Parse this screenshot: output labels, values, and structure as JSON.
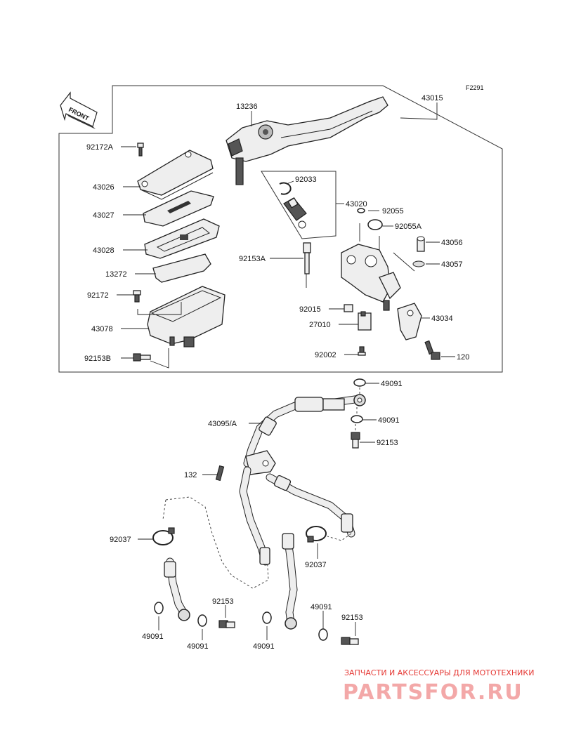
{
  "figure_code": "F2291",
  "front_label": "FRONT",
  "labels": {
    "p43015": "43015",
    "p13236": "13236",
    "p92172A": "92172A",
    "p43026": "43026",
    "p43027": "43027",
    "p43028": "43028",
    "p13272": "13272",
    "p92172": "92172",
    "p43078": "43078",
    "p92153B": "92153B",
    "p92033": "92033",
    "p43020": "43020",
    "p92055": "92055",
    "p92055A": "92055A",
    "p43056": "43056",
    "p43057": "43057",
    "p92153A": "92153A",
    "p92015": "92015",
    "p27010": "27010",
    "p92002": "92002",
    "p43034": "43034",
    "p120": "120",
    "p49091_a": "49091",
    "p49091_b": "49091",
    "p43095A": "43095/A",
    "p92153_a": "92153",
    "p132": "132",
    "p92037_a": "92037",
    "p92037_b": "92037",
    "p92153_b": "92153",
    "p49091_c": "49091",
    "p92153_c": "92153",
    "p49091_d": "49091",
    "p49091_e": "49091",
    "p49091_f": "49091"
  },
  "watermark": {
    "tagline": "ЗАПЧАСТИ И АКСЕССУАРЫ ДЛЯ МОТОТЕХНИКИ",
    "brand": "PARTSFOR.RU"
  }
}
